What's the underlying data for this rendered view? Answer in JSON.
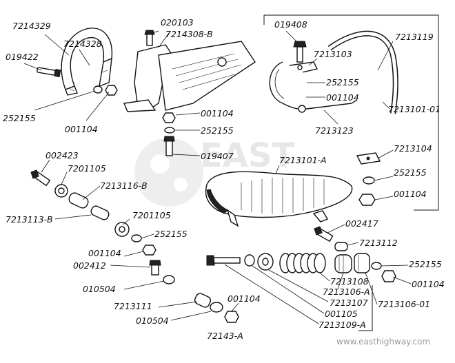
{
  "labels": {
    "l_7214329": "7214329",
    "l_7214328": "7214328",
    "l_019422": "019422",
    "l_252155_a": "252155",
    "l_001104_a": "001104",
    "l_020103": "020103",
    "l_7214308b": "7214308-B",
    "l_001104_b": "001104",
    "l_252155_b": "252155",
    "l_019407": "019407",
    "l_019408": "019408",
    "l_7213103": "7213103",
    "l_252155_c": "252155",
    "l_001104_c": "001104",
    "l_7213123": "7213123",
    "l_7213119": "7213119",
    "l_7213101_01": "7213101-01",
    "l_7213104": "7213104",
    "l_252155_d": "252155",
    "l_001104_d": "001104",
    "l_7213101a": "7213101-A",
    "l_002423": "002423",
    "l_7201105_a": "7201105",
    "l_7213116b": "7213116-B",
    "l_7213113b": "7213113-B",
    "l_7201105_b": "7201105",
    "l_252155_e": "252155",
    "l_001104_e": "001104",
    "l_002412": "002412",
    "l_010504_a": "010504",
    "l_7213111": "7213111",
    "l_010504_b": "010504",
    "l_001104_f": "001104",
    "l_002417": "002417",
    "l_7213112": "7213112",
    "l_252155_f": "252155",
    "l_001104_g": "001104",
    "l_7213108": "7213108",
    "l_7213106a": "7213106-A",
    "l_7213107": "7213107",
    "l_001105": "001105",
    "l_7213109a": "7213109-A",
    "l_7213106_01": "7213106-01",
    "l_72143a": "72143-A"
  },
  "watermark": {
    "logo": "EAST",
    "url": "www.easthighway.com"
  }
}
